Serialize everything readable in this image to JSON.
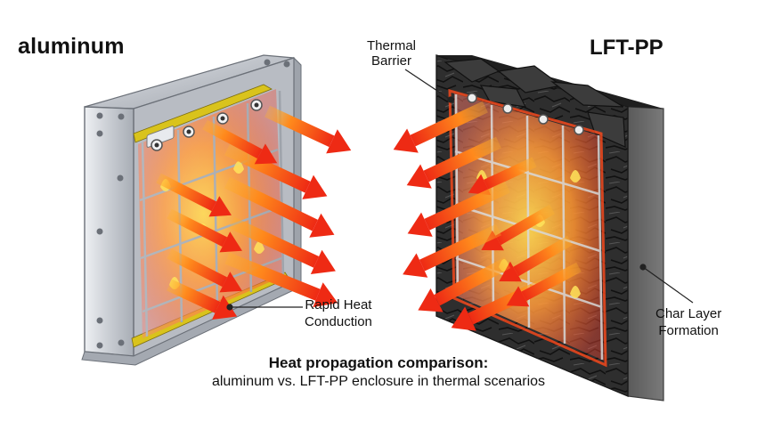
{
  "titles": {
    "left": "aluminum",
    "right": "LFT-PP"
  },
  "callouts": {
    "thermal_barrier_line1": "Thermal",
    "thermal_barrier_line2": "Barrier",
    "rapid_heat_line1": "Rapid Heat",
    "rapid_heat_line2": "Conduction",
    "char_layer_line1": "Char Layer",
    "char_layer_line2": "Formation"
  },
  "caption": {
    "title": "Heat propagation comparison:",
    "subtitle": "aluminum vs. LFT-PP enclosure in thermal scenarios"
  },
  "colors": {
    "aluminum": "#c9cdd3",
    "aluminum_dark": "#8c9098",
    "char": "#2b2b2b",
    "enclosure_gray": "#6a6a6a",
    "fire_red": "#ee2a14",
    "fire_orange": "#ff8a1c",
    "fire_yellow": "#ffd23a",
    "pcb_yellow": "#d9c31c"
  }
}
